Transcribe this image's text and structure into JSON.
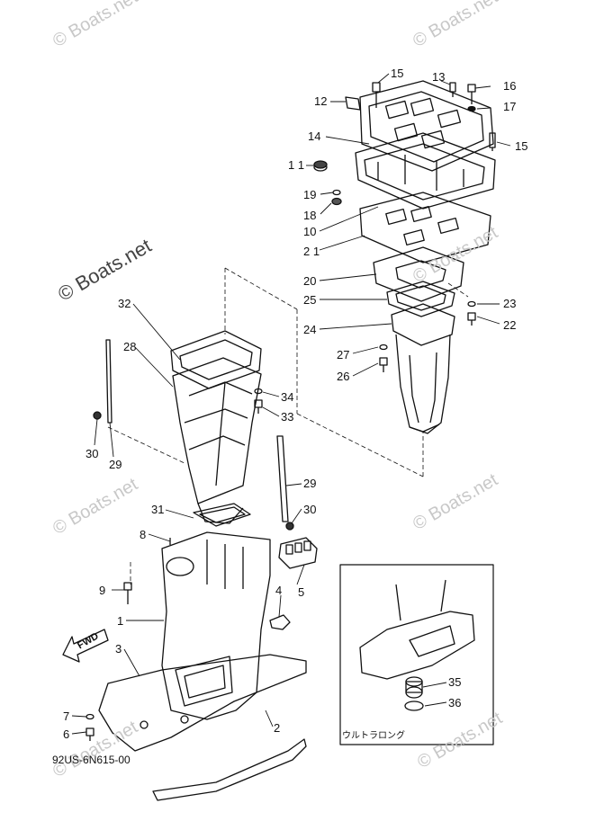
{
  "watermark": "© Boats.net",
  "document_code": "92US-6N615-00",
  "inset_label": "ウルトラロング",
  "fwd_label": "FWD",
  "callouts": [
    {
      "id": "c15a",
      "label": "15"
    },
    {
      "id": "c13",
      "label": "13"
    },
    {
      "id": "c16",
      "label": "16"
    },
    {
      "id": "c12",
      "label": "12"
    },
    {
      "id": "c17",
      "label": "17"
    },
    {
      "id": "c14",
      "label": "14"
    },
    {
      "id": "c15b",
      "label": "15"
    },
    {
      "id": "c11",
      "label": "1 1"
    },
    {
      "id": "c19",
      "label": "19"
    },
    {
      "id": "c18",
      "label": "18"
    },
    {
      "id": "c10",
      "label": "10"
    },
    {
      "id": "c21",
      "label": "2 1"
    },
    {
      "id": "c20",
      "label": "20"
    },
    {
      "id": "c25",
      "label": "25"
    },
    {
      "id": "c23",
      "label": "23"
    },
    {
      "id": "c24",
      "label": "24"
    },
    {
      "id": "c22",
      "label": "22"
    },
    {
      "id": "c27",
      "label": "27"
    },
    {
      "id": "c26",
      "label": "26"
    },
    {
      "id": "c32",
      "label": "32"
    },
    {
      "id": "c28",
      "label": "28"
    },
    {
      "id": "c34",
      "label": "34"
    },
    {
      "id": "c33",
      "label": "33"
    },
    {
      "id": "c30a",
      "label": "30"
    },
    {
      "id": "c29a",
      "label": "29"
    },
    {
      "id": "c29b",
      "label": "29"
    },
    {
      "id": "c31",
      "label": "31"
    },
    {
      "id": "c30b",
      "label": "30"
    },
    {
      "id": "c8",
      "label": "8"
    },
    {
      "id": "c9",
      "label": "9"
    },
    {
      "id": "c4",
      "label": "4"
    },
    {
      "id": "c5",
      "label": "5"
    },
    {
      "id": "c1",
      "label": "1"
    },
    {
      "id": "c3",
      "label": "3"
    },
    {
      "id": "c35",
      "label": "35"
    },
    {
      "id": "c36",
      "label": "36"
    },
    {
      "id": "c7",
      "label": "7"
    },
    {
      "id": "c6",
      "label": "6"
    },
    {
      "id": "c2",
      "label": "2"
    }
  ]
}
